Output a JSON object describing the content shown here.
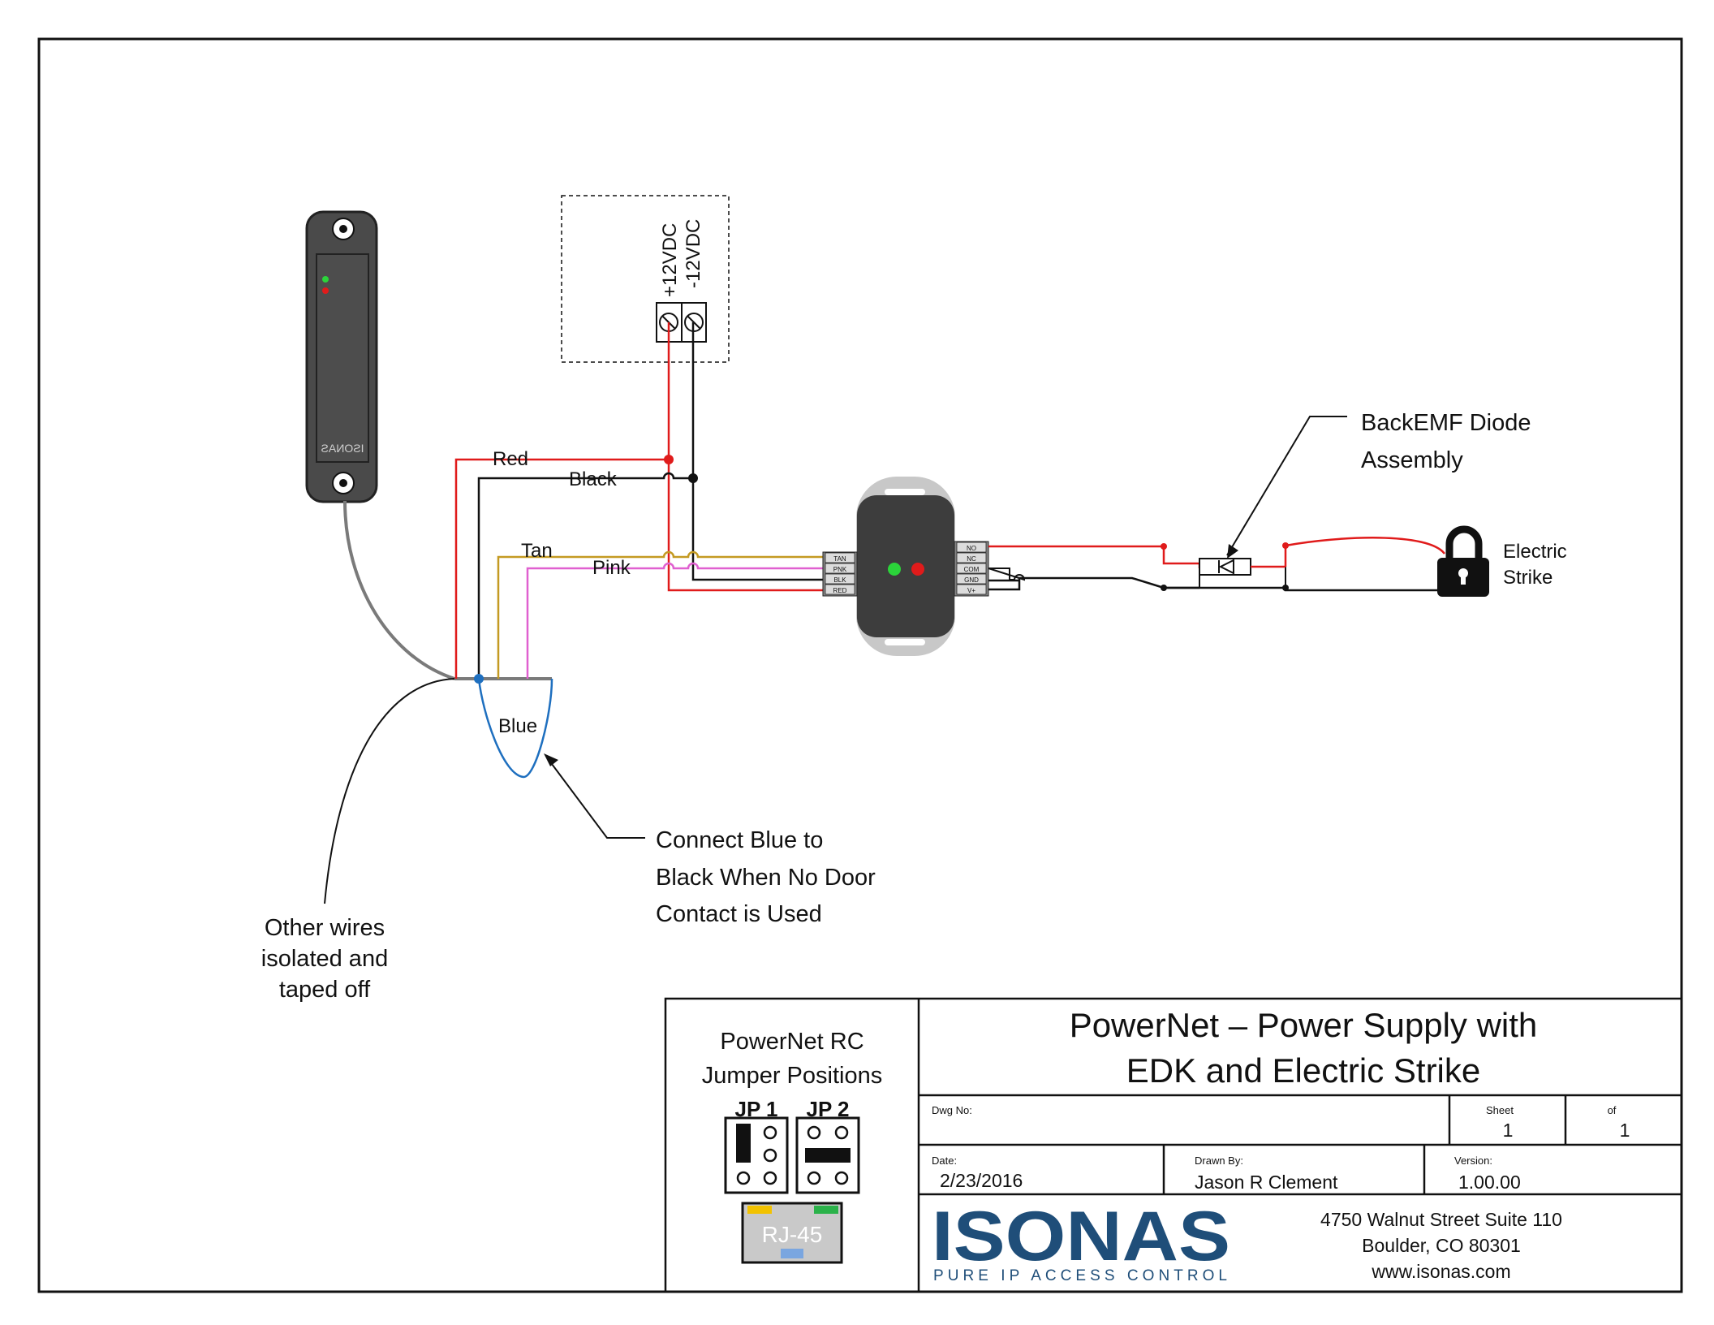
{
  "wires": {
    "red": "Red",
    "black": "Black",
    "tan": "Tan",
    "pink": "Pink",
    "blue": "Blue"
  },
  "power_supply": {
    "pos_label": "+12VDC",
    "neg_label": "-12VDC"
  },
  "reader": {
    "brand": "ISONAS"
  },
  "powernet_device": {
    "left_terminals": [
      "TAN",
      "PNK",
      "BLK",
      "RED"
    ],
    "right_terminals": [
      "NO",
      "NC",
      "COM",
      "GND",
      "V+"
    ]
  },
  "notes": {
    "diode_line1": "BackEMF Diode",
    "diode_line2": "Assembly",
    "strike_line1": "Electric",
    "strike_line2": "Strike",
    "blue_line1": "Connect Blue to",
    "blue_line2": "Black When No Door",
    "blue_line3": "Contact is Used",
    "other_line1": "Other wires",
    "other_line2": "isolated and",
    "other_line3": "taped off"
  },
  "jumper_panel": {
    "title_line1": "PowerNet RC",
    "title_line2": "Jumper Positions",
    "jp1": "JP 1",
    "jp2": "JP 2",
    "rj45": "RJ-45"
  },
  "title_block": {
    "title_line1": "PowerNet – Power Supply with",
    "title_line2": "EDK and Electric Strike",
    "dwg_no_label": "Dwg No:",
    "sheet_label": "Sheet",
    "sheet_value": "1",
    "of_label": "of",
    "of_value": "1",
    "date_label": "Date:",
    "date_value": "2/23/2016",
    "drawn_by_label": "Drawn By:",
    "drawn_by_value": "Jason R Clement",
    "version_label": "Version:",
    "version_value": "1.00.00",
    "logo_text": "ISONAS",
    "logo_tagline": "PURE IP ACCESS CONTROL",
    "address_line1": "4750 Walnut Street Suite 110",
    "address_line2": "Boulder, CO 80301",
    "address_line3": "www.isonas.com"
  },
  "colors": {
    "red_wire": "#e01b1b",
    "black_wire": "#111111",
    "tan_wire": "#c49a22",
    "pink_wire": "#e060d0",
    "blue_wire": "#1e6fbf",
    "gray_cable": "#7a7a7a",
    "device_body": "#3d3d3d",
    "logo_blue": "#1f4e79"
  },
  "icons": [
    "lock-icon",
    "diode-icon",
    "terminal-screw-icon"
  ]
}
